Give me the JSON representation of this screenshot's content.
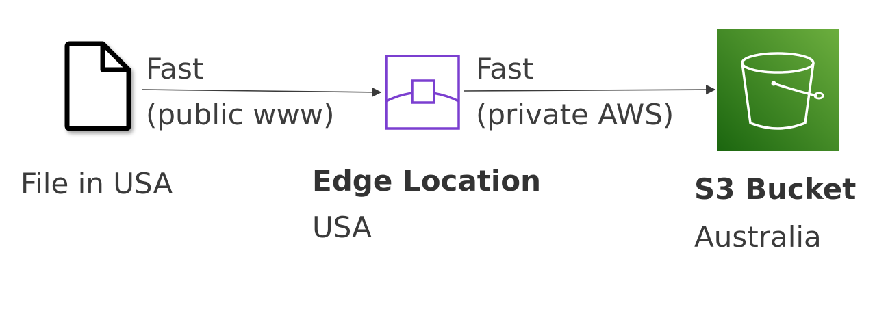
{
  "nodes": {
    "file": {
      "label": "File in USA",
      "icon": "document-icon",
      "color": "#000000"
    },
    "edge": {
      "label": "Edge Location",
      "sublabel": "USA",
      "icon": "edge-location-icon",
      "color": "#7b3fd0"
    },
    "s3": {
      "label": "S3 Bucket",
      "sublabel": "Australia",
      "icon": "s3-bucket-icon",
      "color": "#3f8624"
    }
  },
  "edges": [
    {
      "from": "file",
      "to": "edge",
      "line1": "Fast",
      "line2": "(public www)"
    },
    {
      "from": "edge",
      "to": "s3",
      "line1": "Fast",
      "line2": "(private AWS)"
    }
  ]
}
